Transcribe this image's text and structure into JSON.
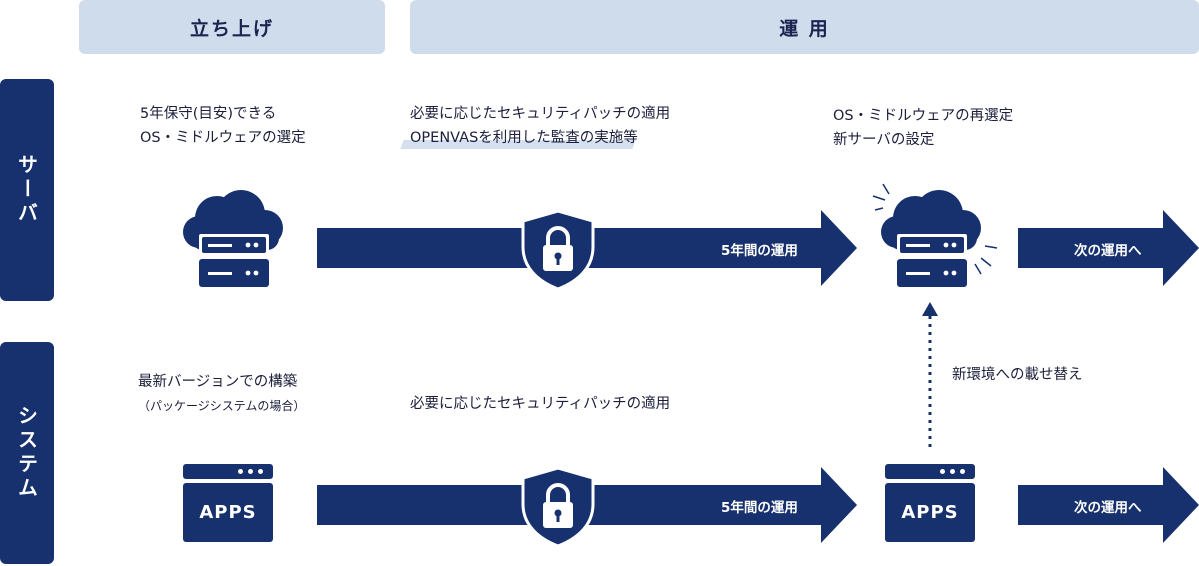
{
  "phases": {
    "startup": "立ち上げ",
    "operation": "運 用"
  },
  "lanes": {
    "server": "サーバ",
    "system": "システム"
  },
  "server": {
    "startup_line1": "5年保守(目安)できる",
    "startup_line2": "OS・ミドルウェアの選定",
    "ops_line1": "必要に応じたセキュリティパッチの適用",
    "ops_line2": "OPENVASを利用した監査の実施等",
    "reselect_line1": "OS・ミドルウェアの再選定",
    "reselect_line2": "新サーバの設定",
    "arrow_label": "5年間の運用",
    "next_label": "次の運用へ"
  },
  "system": {
    "startup_line1": "最新バージョンでの構築",
    "startup_line2": "（パッケージシステムの場合）",
    "ops_line1": "必要に応じたセキュリティパッチの適用",
    "migrate_label": "新環境への載せ替え",
    "arrow_label": "5年間の運用",
    "next_label": "次の運用へ",
    "apps_label_1": "APPS",
    "apps_label_2": "APPS"
  },
  "colors": {
    "navy": "#17316e",
    "phase_bg": "#cfdcec",
    "accent_underline": "#b9cce6"
  },
  "icons": [
    "cloud-server-icon",
    "shield-lock-icon",
    "apps-window-icon",
    "arrow-right-icon",
    "dotted-up-arrow-icon"
  ]
}
